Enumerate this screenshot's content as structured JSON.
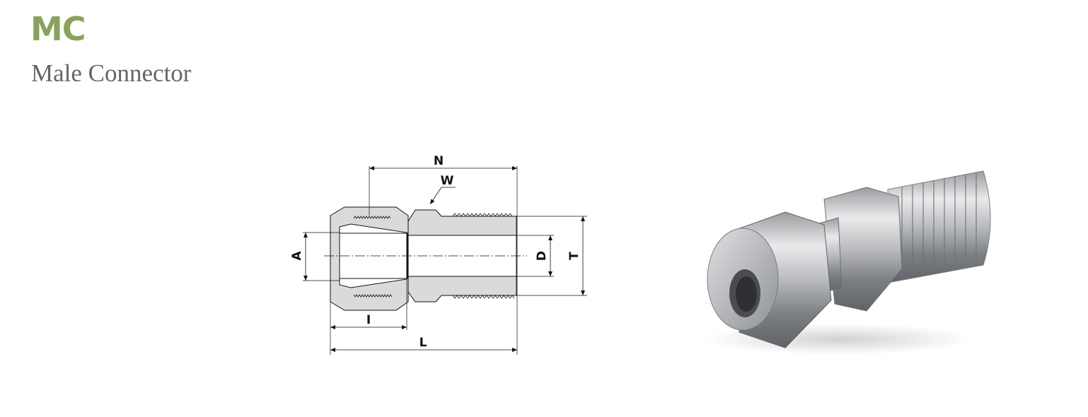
{
  "header": {
    "code": "MC",
    "name": "Male Connector"
  },
  "diagram": {
    "labels": {
      "n": "N",
      "w": "W",
      "a": "A",
      "d": "D",
      "t": "T",
      "i": "I",
      "l": "L"
    }
  },
  "colors": {
    "accent": "#8aa35a",
    "title_text": "#666666",
    "section_fill": "#d9dadb",
    "line": "#111111"
  },
  "photo": {
    "icon": "male-connector-photo"
  }
}
